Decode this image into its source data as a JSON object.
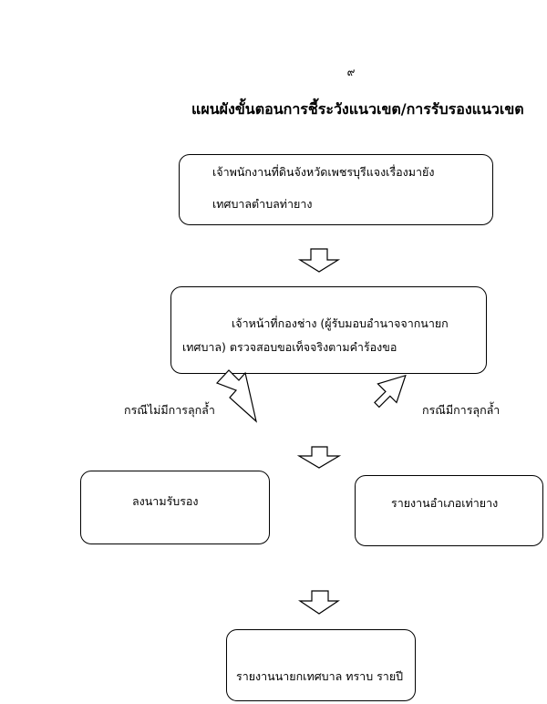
{
  "page_number": "๙",
  "title": "แผนผังขั้นตอนการชี้ระวังแนวเขต/การรับรองแนวเขต",
  "nodes": {
    "start": {
      "line1": "เจ้าพนักงานที่ดินจังหวัดเพชรบุรีแจงเรื่องมายัง",
      "line2": "เทศบาลตำบลท่ายาง"
    },
    "inspect": {
      "line1": "เจ้าหน้าที่กองช่าง (ผู้รับมอบอำนาจจากนายก",
      "line2": "เทศบาล) ตรวจสอบขอเท็จจริงตามคำร้องขอ"
    },
    "sign": {
      "text": "ลงนามรับรอง"
    },
    "report_district": {
      "text": "รายงานอำเภอเท่ายาง"
    },
    "report_mayor": {
      "text": "รายงานนายกเทศบาล ทราบ รายปี"
    }
  },
  "branches": {
    "no_encroach": "กรณีไม่มีการลุกล้ำ",
    "encroach": "กรณีมีการลุกล้ำ"
  }
}
